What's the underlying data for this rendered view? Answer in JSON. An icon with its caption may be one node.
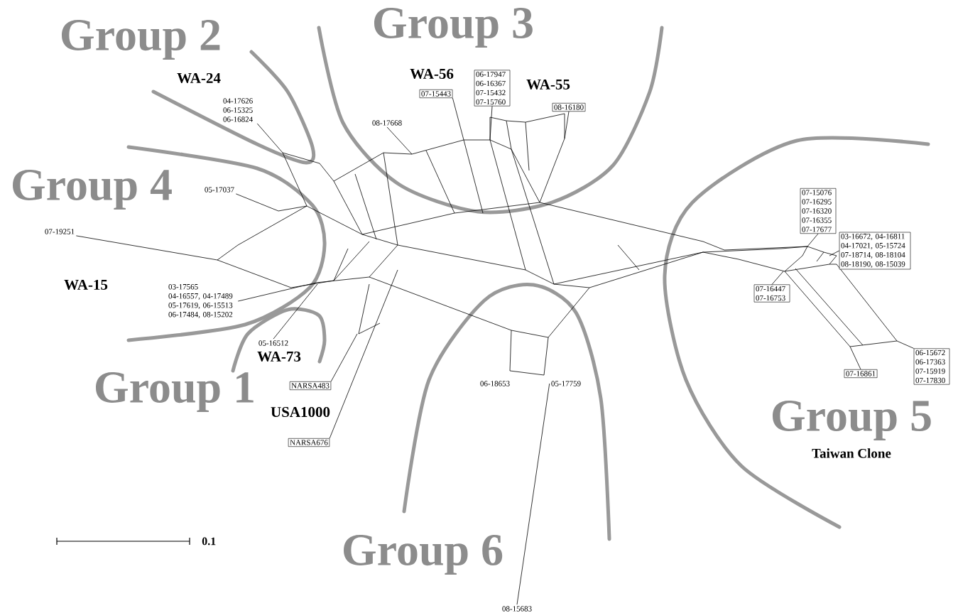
{
  "diagram": {
    "nodes": [
      {
        "text": [
          "04-17626 06-15325 06-16824"
        ]
      },
      {
        "text": [
          "07-15443"
        ]
      },
      {
        "text": [
          "06-17947 06-16367 07-15432 07-15760"
        ]
      },
      {
        "text": [
          "08-16180"
        ]
      },
      {
        "text": [
          "08-17668"
        ]
      },
      {
        "text": [
          "05-17037"
        ]
      },
      {
        "text": [
          "07-15076 07-16295 07-16320 07-16355 07-17677"
        ]
      },
      {
        "text": [
          "07-19251"
        ]
      },
      {
        "text": [
          "03-17565",
          "04-16557, 04-17489 05-17619, 06-15513 06-17484, 08-15202"
        ]
      },
      {
        "text": [
          "03-16672, 04-16811 04-17021, 05-15724 07-18714, 08-18104 08-18190, 08-15039"
        ]
      },
      {
        "text": [
          "07-16447 07-16753"
        ]
      },
      {
        "text": [
          "05-16512"
        ]
      },
      {
        "text": [
          "NARSA483"
        ]
      },
      {
        "text": [
          "06-15672 06-17363 07-15919 07-17830"
        ]
      },
      {
        "text": [
          "07-16861"
        ]
      },
      {
        "text": [
          "06-18653"
        ]
      },
      {
        "text": [
          "05-17759"
        ]
      },
      {
        "text": [
          "NARSA676"
        ]
      },
      {
        "text": [
          "08-15683"
        ]
      }
    ],
    "edges": [
      {
        "from": 0,
        "to": null,
        "arrow": "none"
      },
      {
        "from": 1,
        "to": null,
        "arrow": "none"
      },
      {
        "from": 2,
        "to": null,
        "arrow": "none"
      },
      {
        "from": 3,
        "to": null,
        "arrow": "none"
      },
      {
        "from": 4,
        "to": null,
        "arrow": "none"
      },
      {
        "from": 5,
        "to": null,
        "arrow": "none"
      },
      {
        "from": 6,
        "to": null,
        "arrow": "none"
      },
      {
        "from": 7,
        "to": null,
        "arrow": "none"
      },
      {
        "from": 8,
        "to": null,
        "arrow": "none"
      },
      {
        "from": 9,
        "to": null,
        "arrow": "none"
      },
      {
        "from": 10,
        "to": null,
        "arrow": "none"
      },
      {
        "from": 11,
        "to": null,
        "arrow": "none"
      },
      {
        "from": 12,
        "to": null,
        "arrow": "none"
      },
      {
        "from": 13,
        "to": null,
        "arrow": "none"
      },
      {
        "from": 14,
        "to": null,
        "arrow": "none"
      },
      {
        "from": 17,
        "to": null,
        "arrow": "none"
      },
      {
        "from": 18,
        "to": 16,
        "arrow": "none"
      }
    ],
    "labels": [
      "Group 2",
      "Group 3",
      "WA-24",
      "WA-56",
      "WA-55",
      "Group 4",
      "WA-15",
      "WA-73",
      "Group 1",
      "USA1000",
      "Group 5",
      "Taiwan Clone",
      "0.1",
      "Group 6"
    ]
  }
}
